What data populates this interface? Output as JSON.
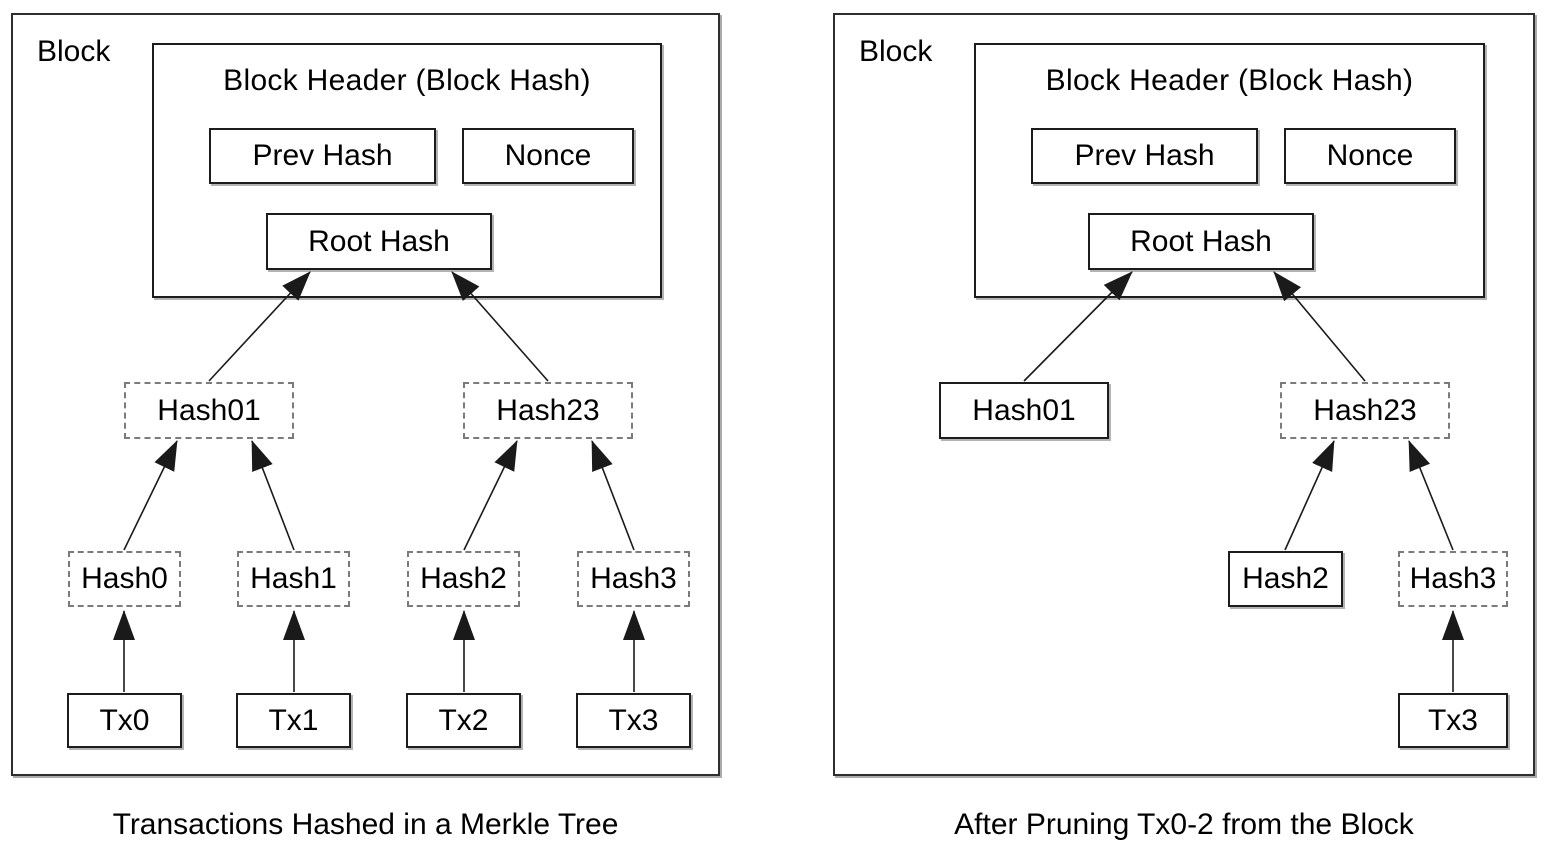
{
  "panels": [
    {
      "block_label": "Block",
      "header": {
        "title": "Block Header (Block Hash)",
        "prev_hash": "Prev Hash",
        "nonce": "Nonce",
        "root_hash": "Root Hash"
      },
      "nodes": {
        "hash01": {
          "label": "Hash01",
          "style": "dashed"
        },
        "hash23": {
          "label": "Hash23",
          "style": "dashed"
        },
        "hash0": {
          "label": "Hash0",
          "style": "dashed"
        },
        "hash1": {
          "label": "Hash1",
          "style": "dashed"
        },
        "hash2": {
          "label": "Hash2",
          "style": "dashed"
        },
        "hash3": {
          "label": "Hash3",
          "style": "dashed"
        },
        "tx0": {
          "label": "Tx0",
          "style": "solid"
        },
        "tx1": {
          "label": "Tx1",
          "style": "solid"
        },
        "tx2": {
          "label": "Tx2",
          "style": "solid"
        },
        "tx3": {
          "label": "Tx3",
          "style": "solid"
        }
      },
      "edges": [
        {
          "from": "hash01",
          "to": "root_hash"
        },
        {
          "from": "hash23",
          "to": "root_hash"
        },
        {
          "from": "hash0",
          "to": "hash01"
        },
        {
          "from": "hash1",
          "to": "hash01"
        },
        {
          "from": "hash2",
          "to": "hash23"
        },
        {
          "from": "hash3",
          "to": "hash23"
        },
        {
          "from": "tx0",
          "to": "hash0"
        },
        {
          "from": "tx1",
          "to": "hash1"
        },
        {
          "from": "tx2",
          "to": "hash2"
        },
        {
          "from": "tx3",
          "to": "hash3"
        }
      ],
      "caption": "Transactions Hashed in a Merkle Tree"
    },
    {
      "block_label": "Block",
      "header": {
        "title": "Block Header (Block Hash)",
        "prev_hash": "Prev Hash",
        "nonce": "Nonce",
        "root_hash": "Root Hash"
      },
      "nodes": {
        "hash01": {
          "label": "Hash01",
          "style": "solid"
        },
        "hash23": {
          "label": "Hash23",
          "style": "dashed"
        },
        "hash2": {
          "label": "Hash2",
          "style": "solid"
        },
        "hash3": {
          "label": "Hash3",
          "style": "dashed"
        },
        "tx3": {
          "label": "Tx3",
          "style": "solid"
        }
      },
      "edges": [
        {
          "from": "hash01",
          "to": "root_hash"
        },
        {
          "from": "hash23",
          "to": "root_hash"
        },
        {
          "from": "hash2",
          "to": "hash23"
        },
        {
          "from": "hash3",
          "to": "hash23"
        },
        {
          "from": "tx3",
          "to": "hash3"
        }
      ],
      "caption": "After Pruning Tx0-2 from the Block"
    }
  ],
  "colors": {
    "background": "#ffffff",
    "text": "#000000",
    "line": "#1a1a1a",
    "dashed_border": "#7b7b7b"
  }
}
